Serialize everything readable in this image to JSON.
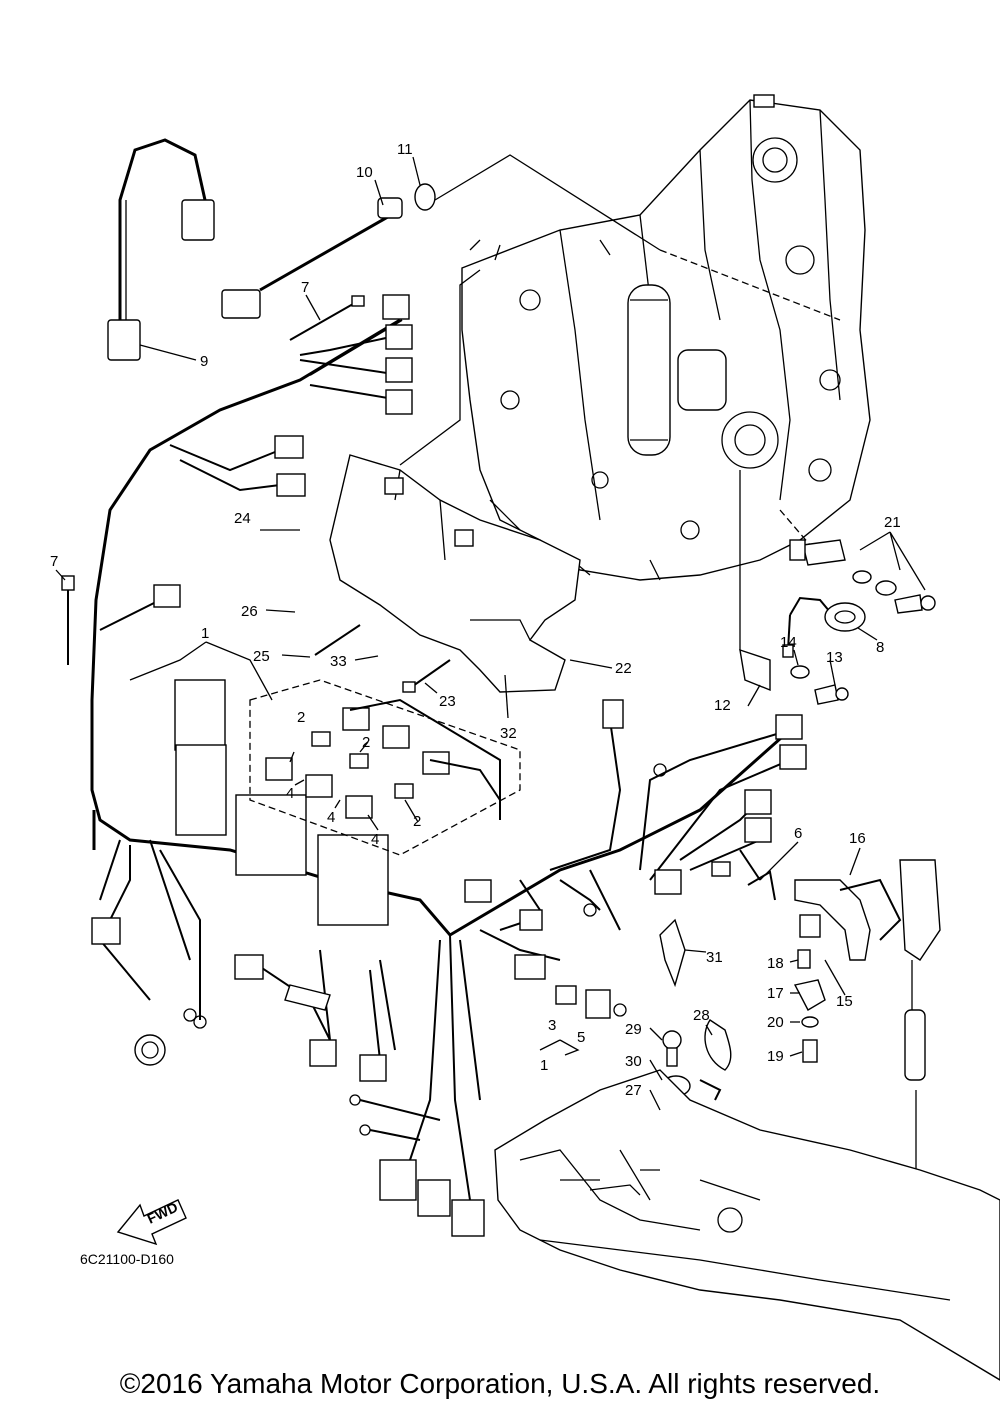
{
  "diagram_code": "6C21100-D160",
  "copyright": "©2016 Yamaha Motor Corporation, U.S.A. All rights reserved.",
  "fwd_label": "FWD",
  "callouts": {
    "c1a": "1",
    "c1b": "1",
    "c2a": "2",
    "c2b": "2",
    "c2c": "2",
    "c3": "3",
    "c4a": "4",
    "c4b": "4",
    "c4c": "4",
    "c5": "5",
    "c6": "6",
    "c7a": "7",
    "c7b": "7",
    "c8": "8",
    "c9": "9",
    "c10": "10",
    "c11": "11",
    "c12": "12",
    "c13": "13",
    "c14": "14",
    "c15": "15",
    "c16": "16",
    "c17": "17",
    "c18": "18",
    "c19": "19",
    "c20": "20",
    "c21": "21",
    "c22": "22",
    "c23": "23",
    "c24": "24",
    "c25": "25",
    "c26": "26",
    "c27": "27",
    "c28": "28",
    "c29": "29",
    "c30": "30",
    "c31": "31",
    "c32": "32",
    "c33": "33"
  }
}
